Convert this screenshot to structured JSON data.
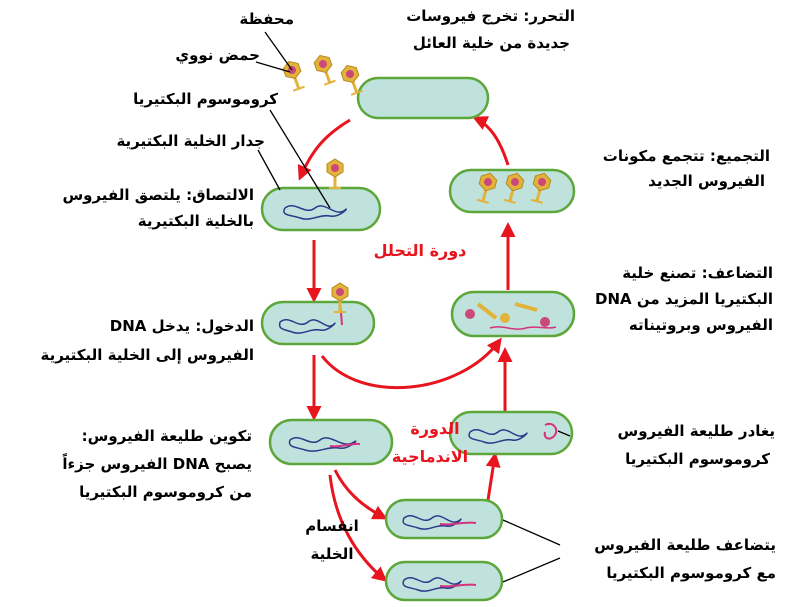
{
  "labels": {
    "capsid": "محفظة",
    "nucleic_acid": "حمض نووي",
    "release_1": "التحرر: تخرج فيروسات",
    "release_2": "جديدة من خلية العائل",
    "bacterial_chromosome": "كروموسوم البكتيريا",
    "cell_wall": "جدار الخلية البكتيرية",
    "assembly_1": "التجميع: تتجمع مكونات",
    "assembly_2": "الفيروس الجديد",
    "attachment_1": "الالتصاق: يلتصق الفيروس",
    "attachment_2": "بالخلية البكتيرية",
    "lytic_cycle": "دورة التحلل",
    "replication_1": "التضاعف: تصنع خلية",
    "replication_2": "البكتيريا المزيد من DNA",
    "replication_3": "الفيروس وبروتيناته",
    "entry_1": "الدخول: يدخل DNA",
    "entry_2": "الفيروس إلى الخلية البكتيرية",
    "prophage_1": "تكوين طليعة الفيروس:",
    "prophage_2": "يصبح DNA الفيروس جزءاً",
    "prophage_3": "من كروموسوم البكتيريا",
    "lysogenic_1": "الدورة",
    "lysogenic_2": "الاندماجية",
    "prophage_exits_1": "يغادر طليعة الفيروس",
    "prophage_exits_2": "كروموسوم البكتيريا",
    "cell_division_1": "انقسام",
    "cell_division_2": "الخلية",
    "prophage_replicates_1": "يتضاعف طليعة الفيروس",
    "prophage_replicates_2": "مع كروموسوم البكتيريا"
  },
  "colors": {
    "cell_fill": "#bfe3dc",
    "cell_border": "#5da63a",
    "arrow": "#e8141e",
    "chromosome": "#2b3a8c",
    "viral_dna": "#d6337d",
    "phage_body": "#e2b23a",
    "phage_head": "#c8497a"
  }
}
